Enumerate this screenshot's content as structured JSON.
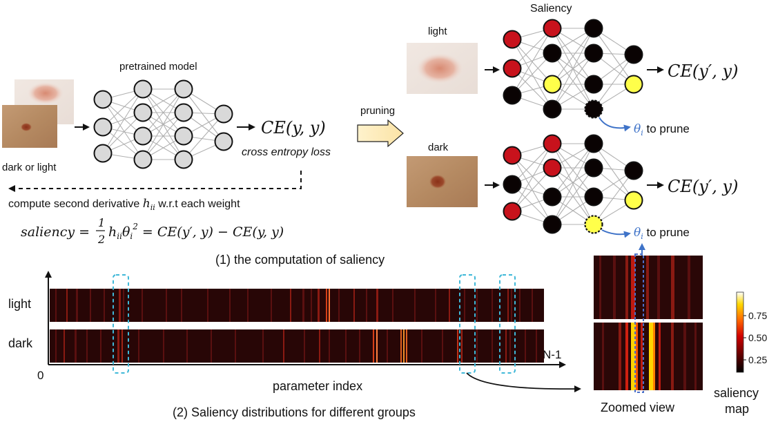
{
  "top_section": {
    "input_label": "dark or light",
    "model_label": "pretrained model",
    "loss_expr": "CE(y, y)",
    "loss_caption": "cross entropy loss",
    "arrow_label": "pruning",
    "compute_text_pre": "compute second derivative ",
    "compute_text_var": "h",
    "compute_text_sub": "ii",
    "compute_text_post": " w.r.t each weight",
    "saliency_lhs": "saliency = ",
    "saliency_frac_num": "1",
    "saliency_frac_den": "2",
    "saliency_rhs_h": "h",
    "saliency_rhs_hsub": "ii",
    "saliency_rhs_theta": "θ",
    "saliency_rhs_thsub": "i",
    "saliency_rhs_pow": "2",
    "saliency_rhs_tail": " = CE(y′, y) − CE(y, y)",
    "caption": "(1) the computation of saliency"
  },
  "right_section": {
    "saliency_title": "Saliency",
    "light_label": "light",
    "dark_label": "dark",
    "pruned_loss": "CE(y′, y)",
    "theta": "θ",
    "theta_sub": "i",
    "to_prune": " to prune"
  },
  "bottom_section": {
    "row_labels": [
      "light",
      "dark"
    ],
    "axis_start": "0",
    "axis_end": "N-1",
    "xlabel": "parameter index",
    "zoom_label": "Zoomed view",
    "colorbar_label_1": "saliency",
    "colorbar_label_2": "map",
    "colorbar_ticks": [
      "0.75",
      "0.50",
      "0.25"
    ],
    "caption": "(2) Saliency distributions for different groups"
  },
  "colors": {
    "red_node": "#c8121c",
    "yellow_node": "#ffff4a",
    "black_node": "#0a0303",
    "gray_node": "#d9d9d9",
    "heatmap_bg": "#280606",
    "link_blue": "#3f73c8",
    "dashed_cyan": "#3fb8d8"
  }
}
